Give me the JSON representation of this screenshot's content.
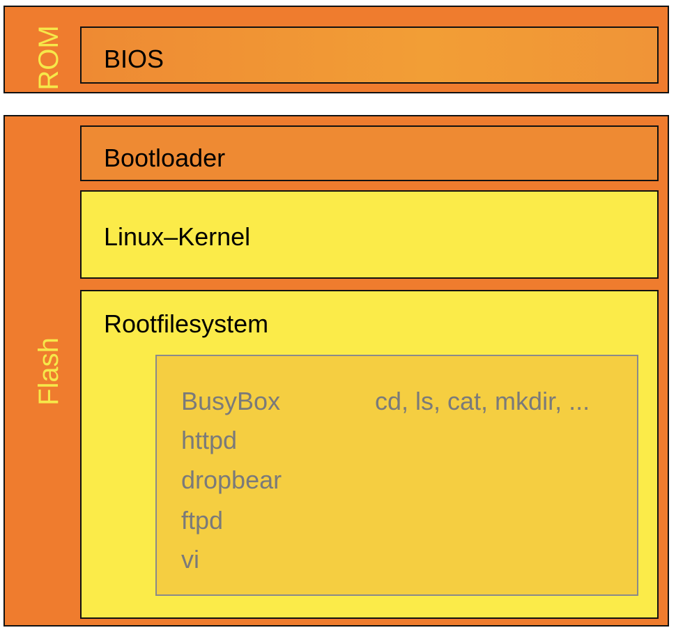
{
  "rom": {
    "label": "ROM",
    "components": {
      "bios": "BIOS"
    }
  },
  "flash": {
    "label": "Flash",
    "components": {
      "bootloader": "Bootloader",
      "kernel": "Linux–Kernel",
      "rootfs": "Rootfilesystem"
    },
    "rootfs_contents": {
      "busybox": "BusyBox",
      "busybox_commands": "cd, ls, cat, mkdir, ...",
      "items": [
        "httpd",
        "dropbear",
        "ftpd",
        "vi"
      ]
    }
  },
  "colors": {
    "orange_region": "#ef7c2e",
    "orange_box": "#ee8a33",
    "yellow_box": "#fbeb49",
    "tools_box": "#f5ce41",
    "region_label": "#f6e84a",
    "tool_text": "#7a7a7a"
  }
}
